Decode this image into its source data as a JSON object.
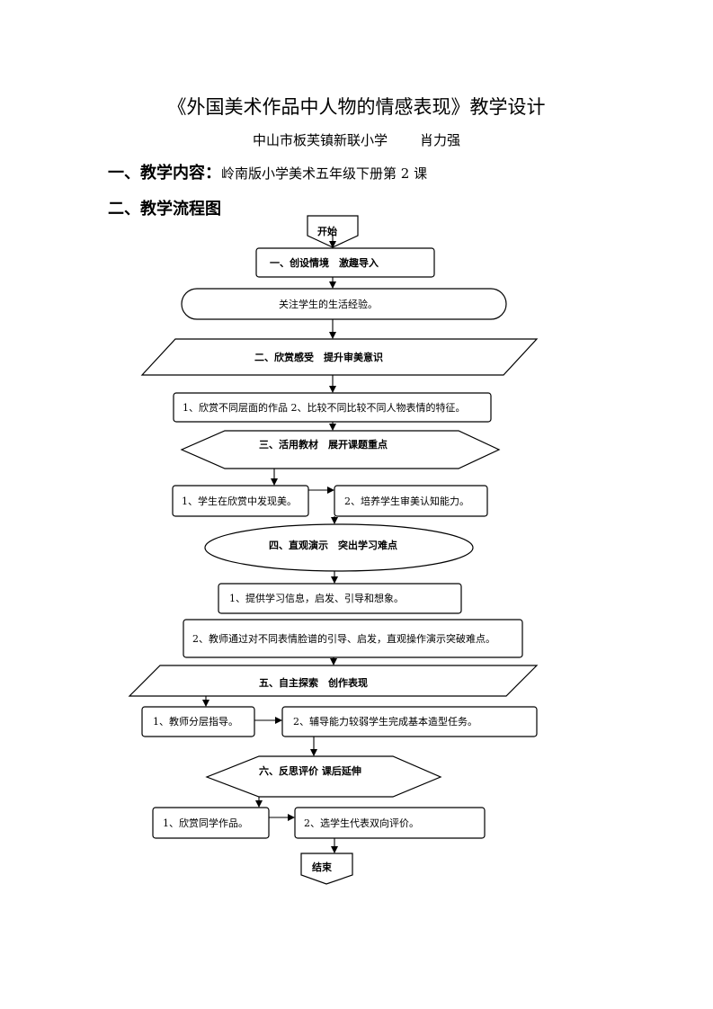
{
  "doc": {
    "title": "《外国美术作品中人物的情感表现》教学设计",
    "school": "中山市板芙镇新联小学",
    "author": "肖力强",
    "section1": {
      "heading": "一、教学内容：",
      "value": "岭南版小学美术五年级下册第 2 课"
    },
    "section2": {
      "heading": "二、教学流程图"
    }
  },
  "flow": {
    "start": "开始",
    "step1": "一、创设情境　激趣导入",
    "note1": "关注学生的生活经验。",
    "step2": "二、欣赏感受　提升审美意识",
    "note2": "1、欣赏不同层面的作品  2、比较不同比较不同人物表情的特征。",
    "step3": "三、活用教材　展开课题重点",
    "note3a": "1、学生在欣赏中发现美。",
    "note3b": "2、培养学生审美认知能力。",
    "step4": "四、直观演示　突出学习难点",
    "note4a": "1、提供学习信息，启发、引导和想象。",
    "note4b": "2、教师通过对不同表情脸谱的引导、启发，直观操作演示突破难点。",
    "step5": "五、自主探索　创作表现",
    "note5a": "1、教师分层指导。",
    "note5b": "2、辅导能力较弱学生完成基本造型任务。",
    "step6": "六、反思评价  课后延伸",
    "note6a": "1、欣赏同学作品。",
    "note6b": "2、选学生代表双向评价。",
    "end": "结束"
  }
}
